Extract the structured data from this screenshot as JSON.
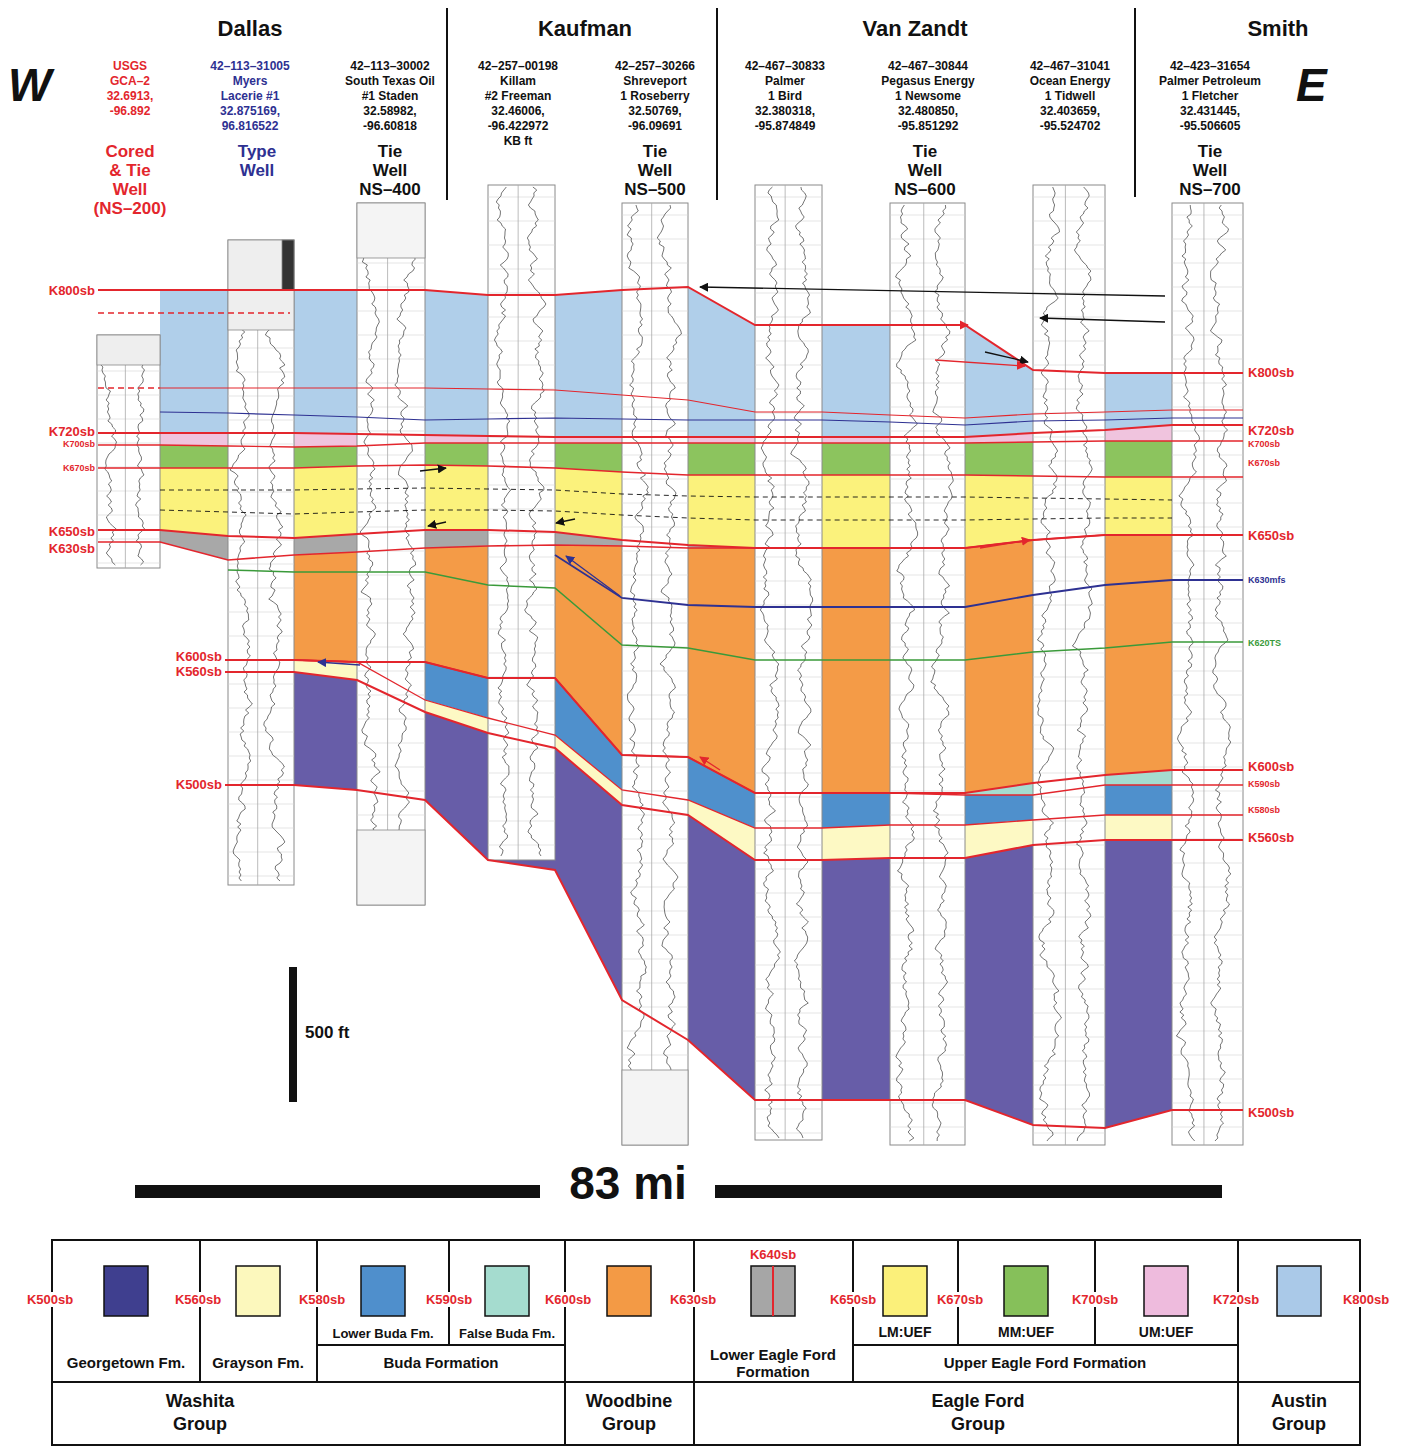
{
  "diagram": {
    "labels": [
      "W",
      "Dallas",
      "Kaufman",
      "Van Zandt",
      "Smith",
      "E",
      "USGS GCA–2 32.6913, -96.892",
      "Cored & Tie Well (NS–200)",
      "42–113–31005 Myers Lacerie #1 32.875169, 96.816522",
      "Type Well",
      "42–113–30002 South Texas Oil #1 Staden 32.58982, -96.60818",
      "Tie Well NS–400",
      "42–257–00198 Killam #2 Freeman 32.46006, -96.422972 KB ft",
      "42–257–30266 Shreveport 1 Roseberry 32.50769, -96.09691",
      "Tie Well NS–500",
      "42–467–30833 Palmer 1 Bird 32.380318, -95.874849",
      "42–467–30844 Pegasus Energy 1 Newsome 32.480850, -95.851292",
      "Tie Well NS–600",
      "42–467–31041 Ocean Energy 1 Tidwell 32.403659, -95.524702",
      "42–423–31654 Palmer Petroleum 1 Fletcher 32.431445, -95.506605",
      "Tie Well NS–700",
      "K800sb",
      "K720sb",
      "K700sb",
      "K670sb",
      "K650sb",
      "K630sb",
      "K600sb",
      "K560sb",
      "K500sb",
      "K800sb",
      "K720sb",
      "K700sb",
      "K670sb",
      "K650sb",
      "K630mfs",
      "K620TS",
      "K600sb",
      "K590sb",
      "K580sb",
      "K560sb",
      "K500sb",
      "500 ft",
      "83 mi",
      "K500sb",
      "K560sb",
      "K580sb",
      "K590sb",
      "K600sb",
      "K630sb",
      "K640sb",
      "K650sb",
      "K670sb",
      "K700sb",
      "K720sb",
      "K800sb",
      "Buda Formation",
      "Upper Eagle Ford Formation",
      "Washita Group",
      "Eagle Ford Group"
    ],
    "legend": [
      {
        "text": "Georgetown Fm.",
        "color": "#3f3f8f"
      },
      {
        "text": "Grayson Fm.",
        "color": "#fcf8bd"
      },
      {
        "text": "Lower Buda Fm.",
        "color": "#4f8fcc"
      },
      {
        "text": "False Buda Fm.",
        "color": "#a5dccf"
      },
      {
        "text": "Woodbine Group",
        "color": "#f39a45"
      },
      {
        "text": "Lower Eagle Ford Formation",
        "color": "#a6a6a6"
      },
      {
        "text": "LM:UEF",
        "color": "#fbf07a"
      },
      {
        "text": "MM:UEF",
        "color": "#86c05a"
      },
      {
        "text": "UM:UEF",
        "color": "#eebbdd"
      },
      {
        "text": "Austin Group",
        "color": "#aac9e8"
      }
    ]
  }
}
